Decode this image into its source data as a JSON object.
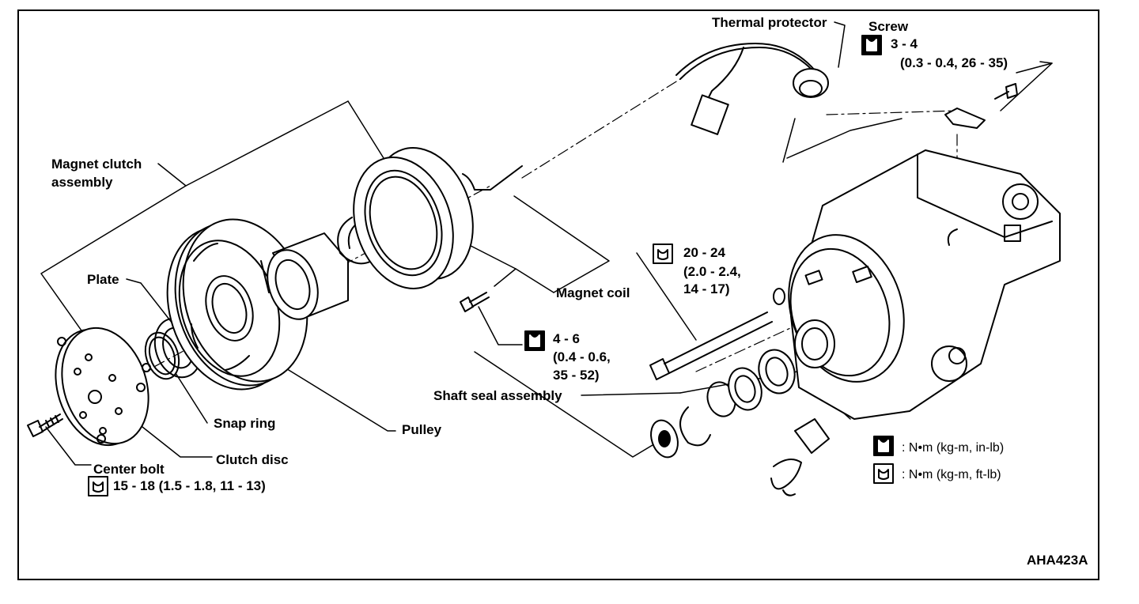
{
  "figure_id": "AHA423A",
  "labels": {
    "thermal_protector": "Thermal protector",
    "screw": "Screw",
    "magnet_clutch_l1": "Magnet clutch",
    "magnet_clutch_l2": "assembly",
    "plate": "Plate",
    "magnet_coil": "Magnet coil",
    "shaft_seal": "Shaft seal assembly",
    "snap_ring": "Snap ring",
    "pulley": "Pulley",
    "center_bolt": "Center bolt",
    "clutch_disc": "Clutch disc"
  },
  "torques": {
    "screw": {
      "l1": "3 - 4",
      "l2": "(0.3 - 0.4, 26 - 35)",
      "unit_icon": "nm-in-lb-icon"
    },
    "through_bolt": {
      "l1": "20 - 24",
      "l2": "(2.0 - 2.4,",
      "l3": "14 - 17)",
      "unit_icon": "nm-ft-lb-icon"
    },
    "coil_screw": {
      "l1": "4 - 6",
      "l2": "(0.4 - 0.6,",
      "l3": "35 - 52)",
      "unit_icon": "nm-in-lb-icon"
    },
    "center_bolt": {
      "l1": "15 - 18 (1.5 - 1.8, 11 - 13)",
      "unit_icon": "nm-ft-lb-icon"
    }
  },
  "legend": {
    "in_lb": ": N•m (kg-m, in-lb)",
    "ft_lb": ": N•m (kg-m, ft-lb)"
  }
}
